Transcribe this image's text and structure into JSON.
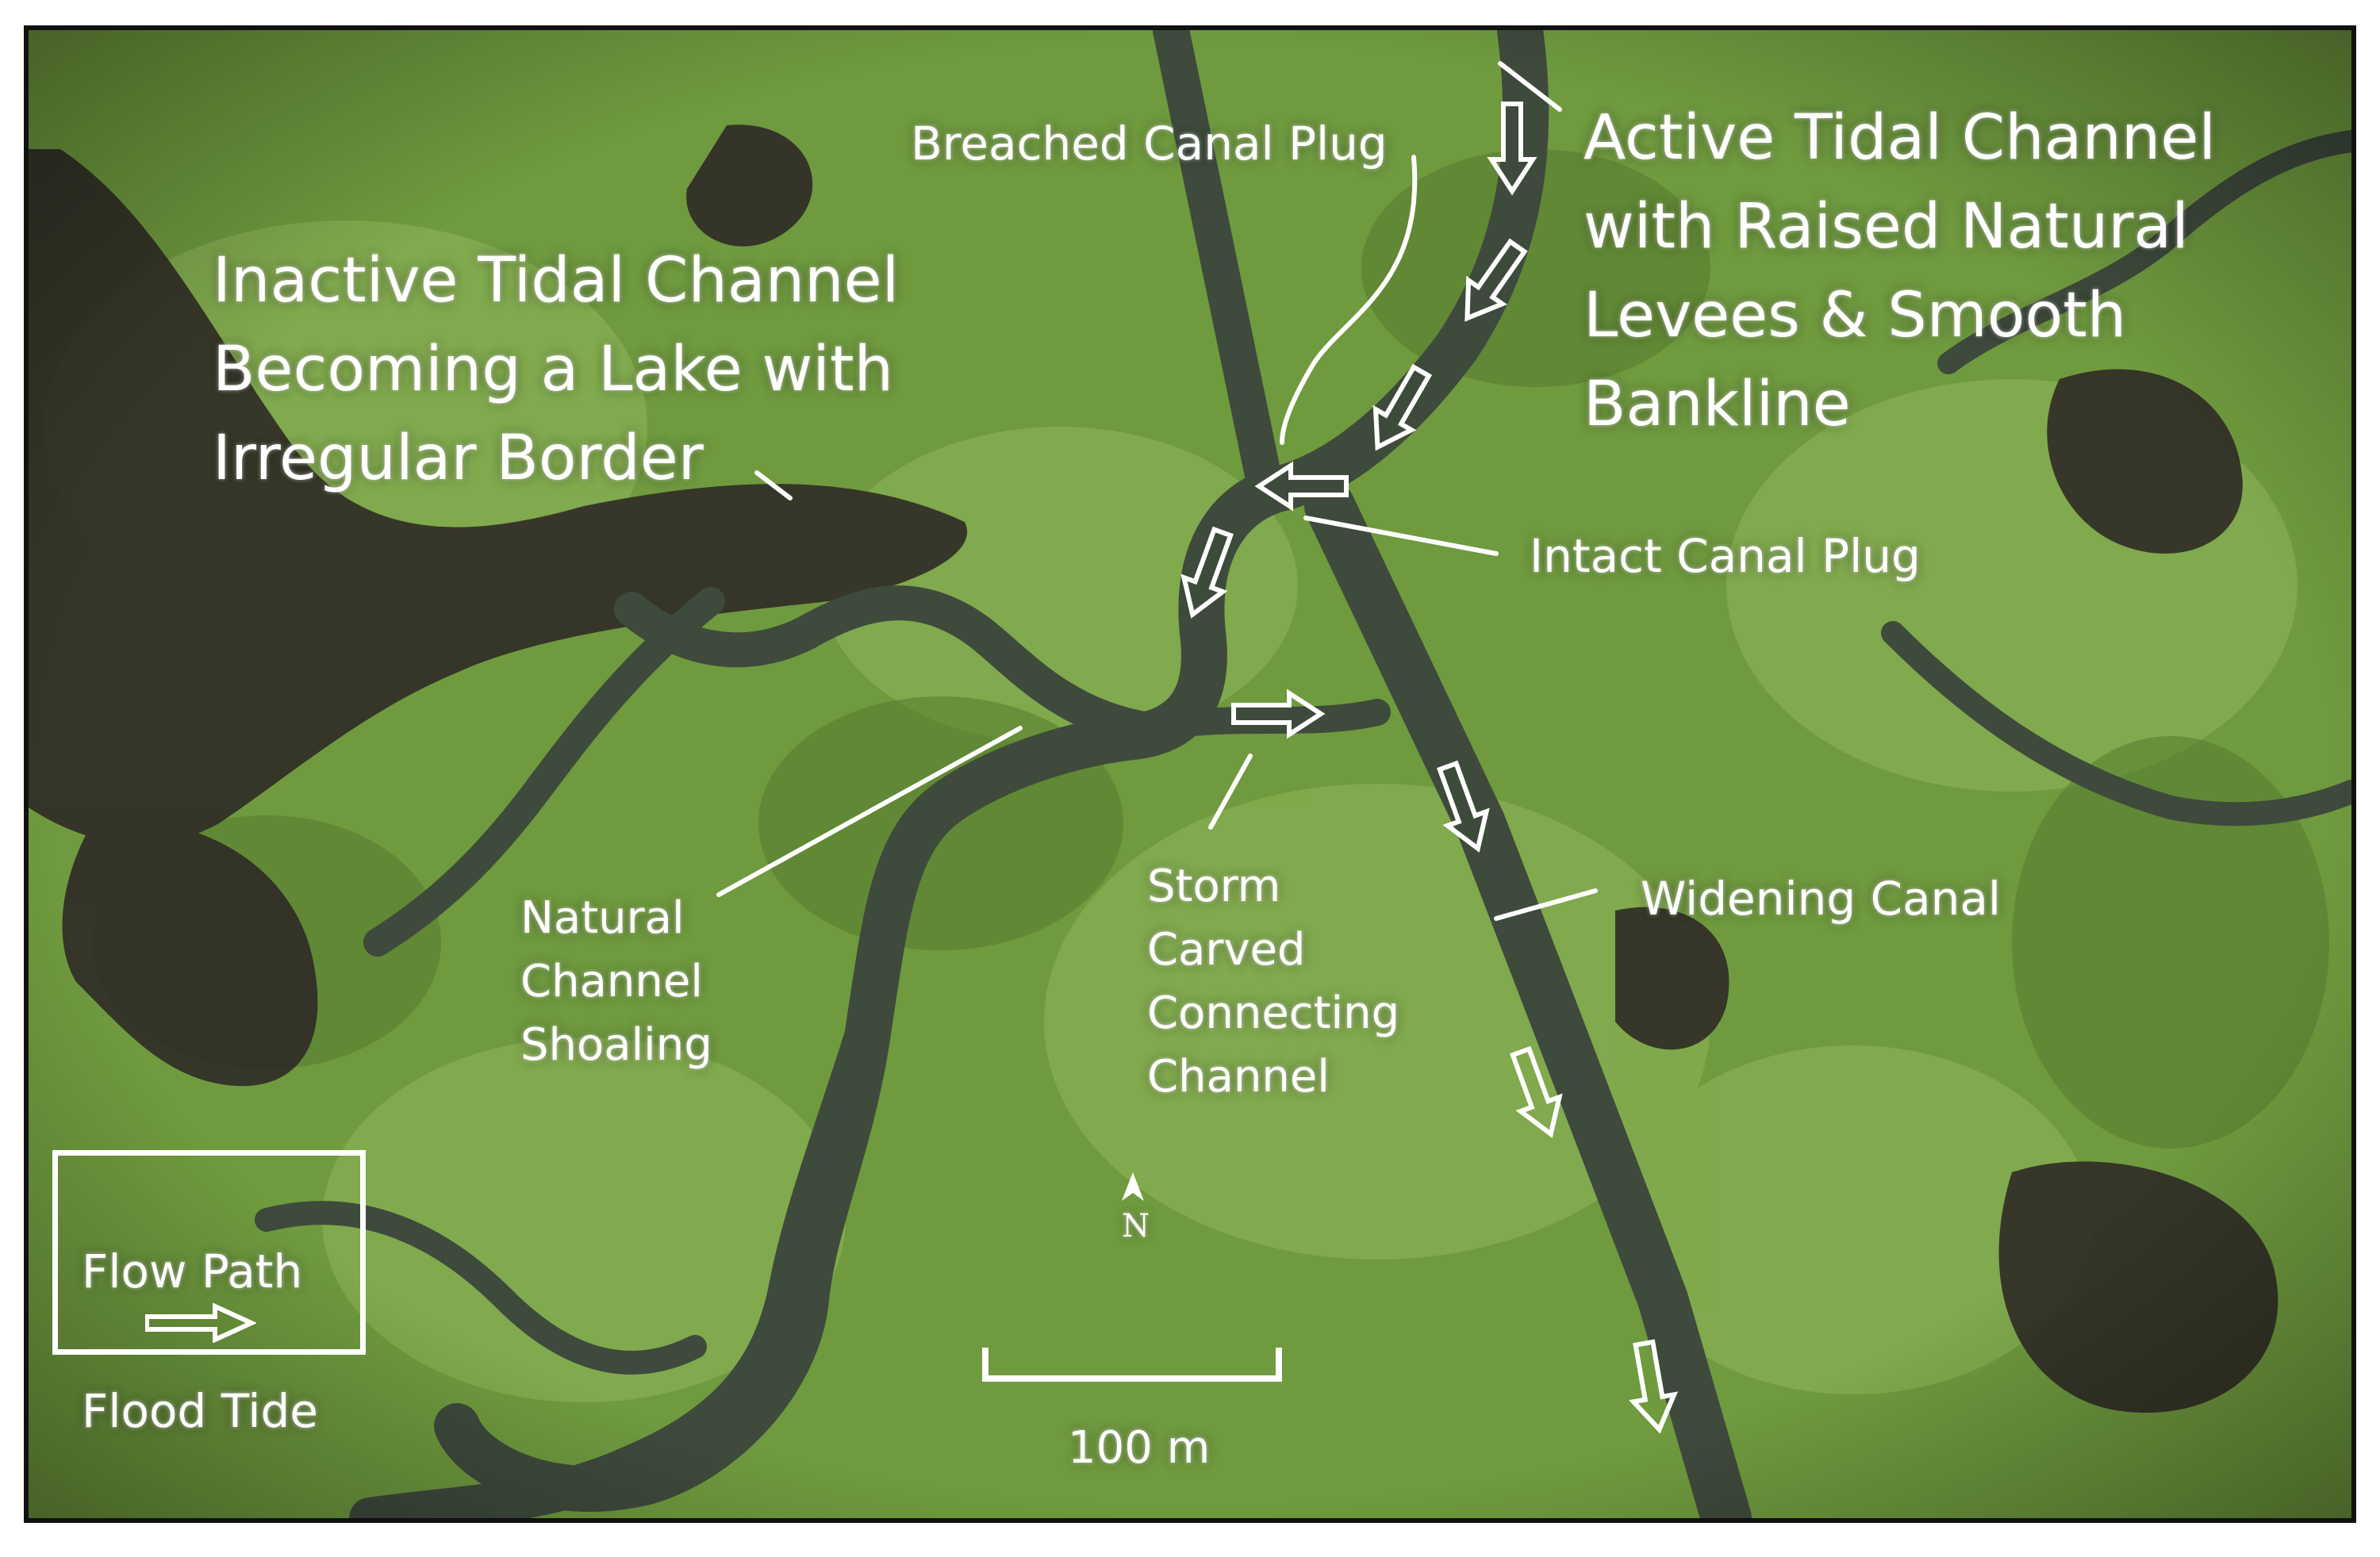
{
  "labels": {
    "breached_plug": "Breached Canal Plug",
    "active_channel": "Active Tidal Channel\nwith Raised Natural\nLevees & Smooth\nBankline",
    "inactive_channel": "Inactive Tidal Channel\nBecoming a Lake with\nIrregular Border",
    "intact_plug": "Intact Canal Plug",
    "natural_shoaling": "Natural\nChannel\nShoaling",
    "storm_channel": "Storm\nCarved\nConnecting\nChannel",
    "widening_canal": "Widening Canal"
  },
  "legend": {
    "line1": "Flow Path",
    "line2": "Flood Tide",
    "symbol": "hollow-arrow-icon"
  },
  "scale": {
    "label": "100 m"
  },
  "north": {
    "label": "N"
  },
  "colors": {
    "marsh": "#6f9a3e",
    "marsh_light": "#8fb659",
    "water": "#3e4a3c",
    "pond": "#2f2a26",
    "annotation": "#ffffff"
  }
}
